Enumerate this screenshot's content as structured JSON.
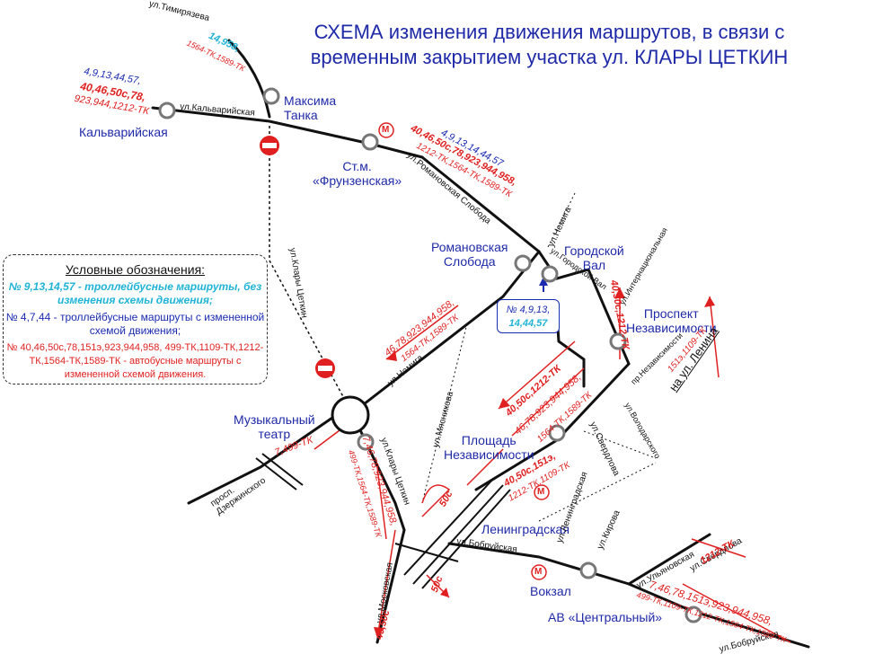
{
  "title": {
    "line1": "СХЕМА изменения движения маршрутов, в связи с",
    "line2": "временным закрытием  участка ул. КЛАРЫ ЦЕТКИН"
  },
  "legend": {
    "heading": "Условные обозначения:",
    "trolley_unchanged": {
      "label": "№ 9,13,14,57 - троллейбусные маршруты, без изменения схемы движения;",
      "color": "#1fb3d6"
    },
    "trolley_changed": {
      "label": "№ 4,7,44 - троллейбусные маршруты с измененной схемой движения;",
      "color": "#1a2bb0"
    },
    "bus_changed": {
      "label": "№ 40,46,50с,78,151э,923,944,958, 499-ТК,1109-ТК,1212-ТК,1564-ТК,1589-ТК - автобусные маршруты с измененной схемой движения.",
      "color": "#e02020"
    }
  },
  "stops": {
    "maksima_tanka": "Максима\nТанка",
    "kalvariyskaya": "Кальварийская",
    "frunzenskaya": "Ст.м.\n«Фрунзенская»",
    "romanovskaya_sloboda": "Романовская\nСлобода",
    "gorodskoy_val": "Городской\nВал",
    "prospekt_nezavisimosti": "Проспект\nНезависимости",
    "muzykalny_teatr": "Музыкальный\nтеатр",
    "ploshchad_nezavisimosti": "Площадь\nНезависимости",
    "leningradskaya": "Ленинградская",
    "vokzal": "Вокзал",
    "av_tsentralny": "АВ «Центральный»"
  },
  "streets": {
    "timiryazeva": "ул.Тимирязева",
    "kalvariyskaya": "ул.Кальварийская",
    "romanovskaya_sloboda": "ул.Романовская Слобода",
    "nemiga_top": "ул.Немига",
    "gorodskoy_val": "ул.Городской Вал",
    "internatsionalnaya": "ул.Интернациональная",
    "klary_tsetkin": "ул.Клары Цеткин",
    "klary_tsetkin_lower": "ул.Клары Цеткин",
    "nemiga": "ул.Немига",
    "myasnikova": "ул.Мясникова",
    "nezavisimosti": "пр.Независимости",
    "volodarskogo": "ул.Володарского",
    "sverdlova": "ул.Свердлова",
    "leningradskaya": "ул.Ленинградская",
    "kirova": "ул.Кирова",
    "bobruyskaya": "ул.Бобруйская",
    "dzerzhinskogo": "просп.\nДзержинского",
    "moskovskaya": "ул.Московская",
    "ulyanovskaya": "ул.Ульяновская",
    "sverdlova_right": "ул.Свердлова",
    "bobruyskaya_right": "ул.Бобруйская",
    "na_lenina": "на ул. Ленина"
  },
  "routes": {
    "timiryazeva_a": "14,958,",
    "timiryazeva_b": "1564-ТК,1589-ТК",
    "kalv_trolley": "4,9,13,44,57,",
    "kalv_bus1": "40,46,50с,78,",
    "kalv_bus2": "923,944,1212-ТК",
    "frunz_trolley": "4,9,13,14,44,57",
    "frunz_bus1": "40,46,50с,78,923,944,958,",
    "frunz_bus2": "1212-ТК,1564-ТК,1589-ТК",
    "nemiga_bus1": "46,78,923,944,958,",
    "nemiga_bus2": "1564-ТК,1589-ТК",
    "box_line1": "№ 4,9,13,",
    "box_line2": "14,44,57",
    "gval_bus1": "40,50с,1212-ТК",
    "gval_bus2": "151э,1109-ТК",
    "nez_bus1": "40,50с,1212-ТК",
    "nez_bus2": "46,78,923,944,958,",
    "nez_bus3": "1564-ТК,1589-ТК",
    "pl_bus1": "40,50с,151э,",
    "pl_bus2": "1212-ТК,1109-ТК",
    "teatr": "7,499-ТК",
    "klara_bus1": "7,46,78,923,944,958,",
    "klara_bus2": "499-ТК,1564-ТК,1589-ТК",
    "loop_50c": "50с",
    "moskovskaya_50c": "50с",
    "moskovskaya_40": "40,50с",
    "ulyan_1212": "1212-ТК",
    "av_line1": "7,46,78,151э,923,944,958,",
    "av_line2": "499-ТК,1109-ТК,1212-ТК,1564-ТК,1589-ТК"
  },
  "colors": {
    "trolley_unchanged": "#1fb3d6",
    "trolley_changed": "#1a2bb0",
    "bus_changed": "#e02020",
    "road": "#111111",
    "stop_circle": "#777777",
    "no_entry": "#e02020"
  },
  "icons": {
    "metro": "М",
    "no_entry": "no-entry-sign-icon",
    "stop": "stop-circle-icon"
  }
}
